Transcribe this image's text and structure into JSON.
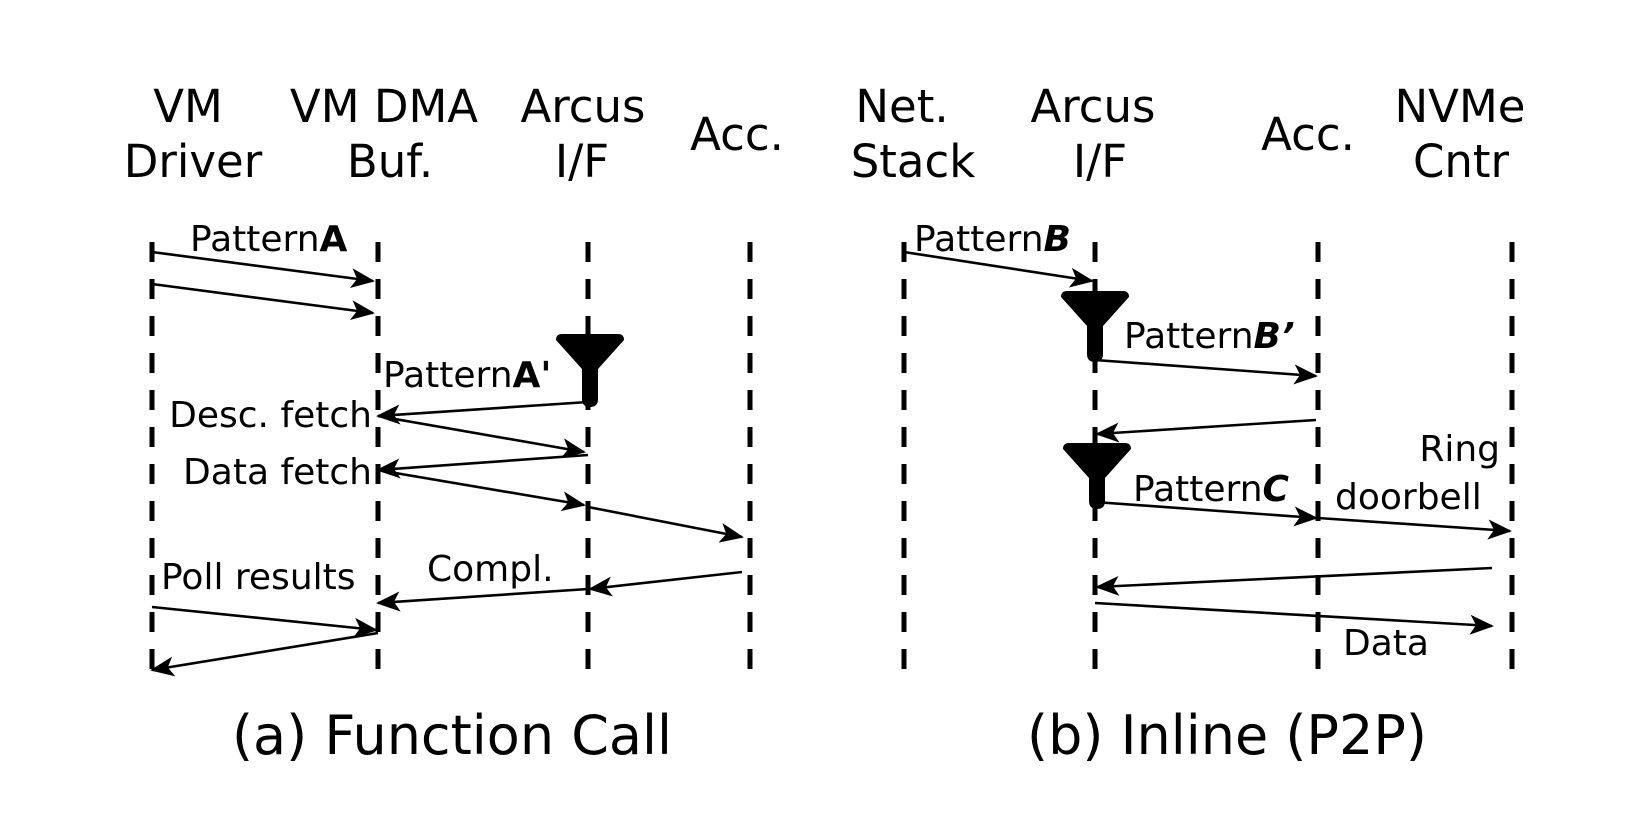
{
  "panel_a": {
    "participants": [
      {
        "line1": "VM",
        "line2": "Driver"
      },
      {
        "line1": "VM DMA",
        "line2": "Buf."
      },
      {
        "line1": "Arcus",
        "line2": "I/F"
      },
      {
        "line1": "Acc.",
        "line2": ""
      }
    ],
    "labels": {
      "pattern_a_prefix": "Pattern",
      "pattern_a_suffix": "A",
      "pattern_a2_prefix": "Pattern",
      "pattern_a2_suffix": "A'",
      "desc_fetch": "Desc. fetch",
      "data_fetch": "Data fetch",
      "poll_results": "Poll results",
      "compl": "Compl."
    },
    "caption": "(a) Function Call"
  },
  "panel_b": {
    "participants": [
      {
        "line1": "Net.",
        "line2": "Stack"
      },
      {
        "line1": "Arcus",
        "line2": "I/F"
      },
      {
        "line1": "Acc.",
        "line2": ""
      },
      {
        "line1": "NVMe",
        "line2": "Cntr"
      }
    ],
    "labels": {
      "pattern_b_prefix": "Pattern",
      "pattern_b_suffix": "B",
      "pattern_b2_prefix": "Pattern",
      "pattern_b2_suffix": "B’",
      "pattern_c_prefix": "Pattern",
      "pattern_c_suffix": "C",
      "ring": "Ring",
      "doorbell": "doorbell",
      "data": "Data"
    },
    "caption": "(b) Inline (P2P)"
  }
}
